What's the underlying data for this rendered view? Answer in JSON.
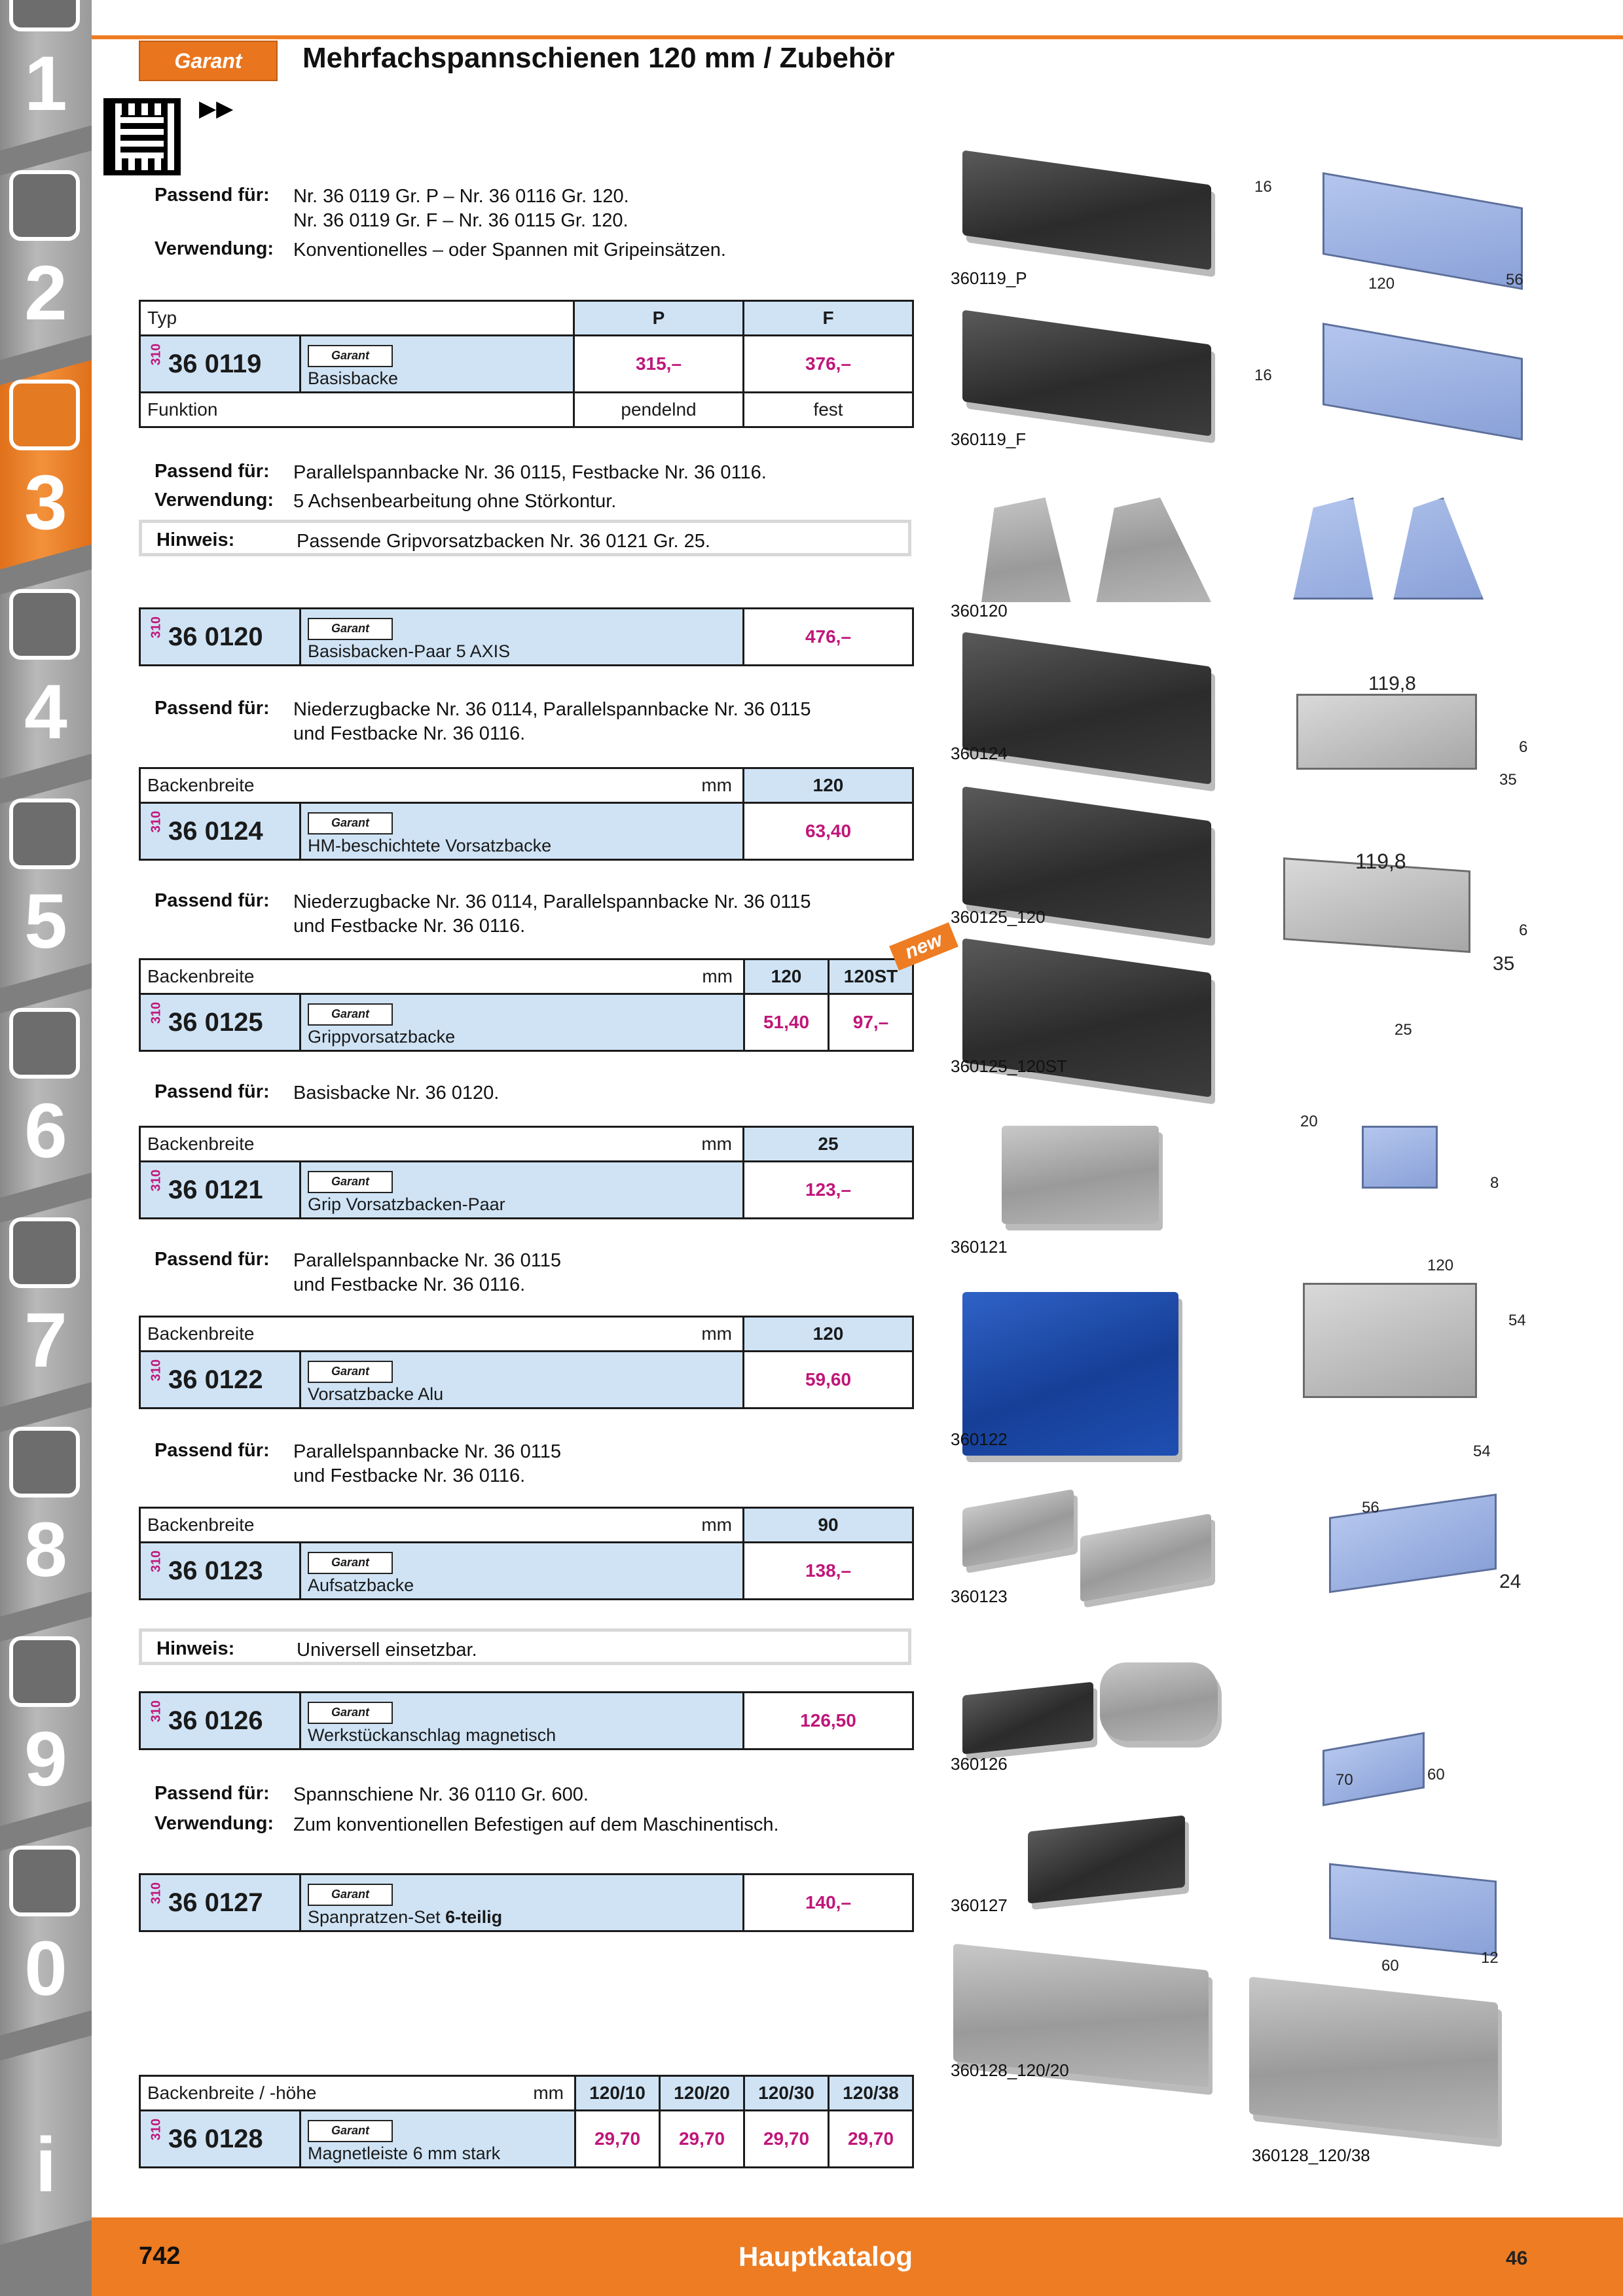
{
  "header": {
    "logo": "Garant",
    "title": "Mehrfachspannschienen 120 mm / Zubehör"
  },
  "chapters": [
    "1",
    "2",
    "3",
    "4",
    "5",
    "6",
    "7",
    "8",
    "9",
    "0",
    "i"
  ],
  "sec1": {
    "passend_label": "Passend für:",
    "passend_1": "Nr. 36 0119 Gr. P – Nr. 36 0116 Gr. 120.",
    "passend_2": "Nr. 36 0119 Gr. F – Nr. 36 0115 Gr. 120.",
    "verwendung_label": "Verwendung:",
    "verwendung": "Konventionelles – oder Spannen mit Gripeinsätzen."
  },
  "t360119": {
    "h_typ": "Typ",
    "h_p": "P",
    "h_f": "F",
    "pg": "310",
    "art": "36 0119",
    "mini": "Garant",
    "desc": "Basisbacke",
    "price_p": "315,–",
    "price_f": "376,–",
    "funktion": "Funktion",
    "pendelnd": "pendelnd",
    "fest": "fest"
  },
  "sec2": {
    "passend_label": "Passend für:",
    "passend": "Parallelspannbacke Nr. 36 0115, Festbacke Nr. 36 0116.",
    "verwendung_label": "Verwendung:",
    "verwendung": "5 Achsenbearbeitung ohne Störkontur.",
    "hinweis_label": "Hinweis:",
    "hinweis": "Passende Gripvorsatzbacken Nr. 36 0121 Gr. 25."
  },
  "t360120": {
    "pg": "310",
    "art": "36 0120",
    "mini": "Garant",
    "desc": "Basisbacken-Paar 5 AXIS",
    "price": "476,–"
  },
  "sec3": {
    "passend_label": "Passend für:",
    "passend_1": "Niederzugbacke Nr. 36 0114, Parallelspannbacke Nr. 36 0115",
    "passend_2": "und Festbacke Nr. 36 0116."
  },
  "t360124": {
    "h_breite": "Backenbreite",
    "h_mm": "mm",
    "h_v": "120",
    "pg": "310",
    "art": "36 0124",
    "mini": "Garant",
    "desc": "HM-beschichtete Vorsatzbacke",
    "price": "63,40"
  },
  "sec4": {
    "passend_label": "Passend für:",
    "passend_1": "Niederzugbacke Nr. 36 0114, Parallelspannbacke Nr. 36 0115",
    "passend_2": "und Festbacke Nr. 36 0116."
  },
  "t360125": {
    "h_breite": "Backenbreite",
    "h_mm": "mm",
    "h_v1": "120",
    "h_v2": "120ST",
    "pg": "310",
    "art": "36 0125",
    "mini": "Garant",
    "desc": "Grippvorsatzbacke",
    "price1": "51,40",
    "price2": "97,–",
    "new": "new"
  },
  "sec5": {
    "passend_label": "Passend für:",
    "passend": "Basisbacke Nr. 36 0120."
  },
  "t360121": {
    "h_breite": "Backenbreite",
    "h_mm": "mm",
    "h_v": "25",
    "pg": "310",
    "art": "36 0121",
    "mini": "Garant",
    "desc": "Grip Vorsatzbacken-Paar",
    "price": "123,–"
  },
  "sec6": {
    "passend_label": "Passend für:",
    "passend_1": "Parallelspannbacke Nr. 36 0115",
    "passend_2": "und Festbacke Nr. 36 0116."
  },
  "t360122": {
    "h_breite": "Backenbreite",
    "h_mm": "mm",
    "h_v": "120",
    "pg": "310",
    "art": "36 0122",
    "mini": "Garant",
    "desc": "Vorsatzbacke Alu",
    "price": "59,60"
  },
  "sec7": {
    "passend_label": "Passend für:",
    "passend_1": "Parallelspannbacke Nr. 36 0115",
    "passend_2": "und Festbacke Nr. 36 0116."
  },
  "t360123": {
    "h_breite": "Backenbreite",
    "h_mm": "mm",
    "h_v": "90",
    "pg": "310",
    "art": "36 0123",
    "mini": "Garant",
    "desc": "Aufsatzbacke",
    "price": "138,–"
  },
  "sec8": {
    "hinweis_label": "Hinweis:",
    "hinweis": "Universell einsetzbar."
  },
  "t360126": {
    "pg": "310",
    "art": "36 0126",
    "mini": "Garant",
    "desc": "Werkstückanschlag magnetisch",
    "price": "126,50"
  },
  "sec9": {
    "passend_label": "Passend für:",
    "passend": "Spannschiene Nr. 36 0110 Gr. 600.",
    "verwendung_label": "Verwendung:",
    "verwendung": "Zum konventionellen Befestigen auf dem Maschinentisch."
  },
  "t360127": {
    "pg": "310",
    "art": "36 0127",
    "mini": "Garant",
    "desc": "Spanpratzen-Set ",
    "desc_bold": "6-teilig",
    "price": "140,–"
  },
  "t360128": {
    "h_breite": "Backenbreite / -höhe",
    "h_mm": "mm",
    "h_v1": "120/10",
    "h_v2": "120/20",
    "h_v3": "120/30",
    "h_v4": "120/38",
    "pg": "310",
    "art": "36 0128",
    "mini": "Garant",
    "desc": "Magnetleiste 6 mm stark",
    "p1": "29,70",
    "p2": "29,70",
    "p3": "29,70",
    "p4": "29,70"
  },
  "captions": {
    "c1": "360119_P",
    "c2": "360119_F",
    "c3": "360120",
    "c4": "360124",
    "c5": "360125_120",
    "c6": "360125_120ST",
    "c7": "360121",
    "c8": "360122",
    "c9": "360123",
    "c10": "360126",
    "c11": "360127",
    "c12": "360128_120/20",
    "c13": "360128_120/38"
  },
  "dims": {
    "d16a": "16",
    "d120a": "120",
    "d56": "56",
    "d16b": "16",
    "d119a": "119,8",
    "d6a": "6",
    "d35a": "35",
    "d119b": "119,8",
    "d6b": "6",
    "d35b": "35",
    "d25": "25",
    "d20": "20",
    "d8": "8",
    "d120b": "120",
    "d54a": "54",
    "d54b": "54",
    "d56b": "56",
    "d24": "24",
    "d70": "70",
    "d60a": "60",
    "d60b": "60",
    "d12": "12"
  },
  "footer": {
    "page": "742",
    "catalog": "Hauptkatalog",
    "sub": "46"
  },
  "colors": {
    "orange": "#ee7c22",
    "table_blue": "#cfe3f5",
    "price": "#c0167a"
  }
}
